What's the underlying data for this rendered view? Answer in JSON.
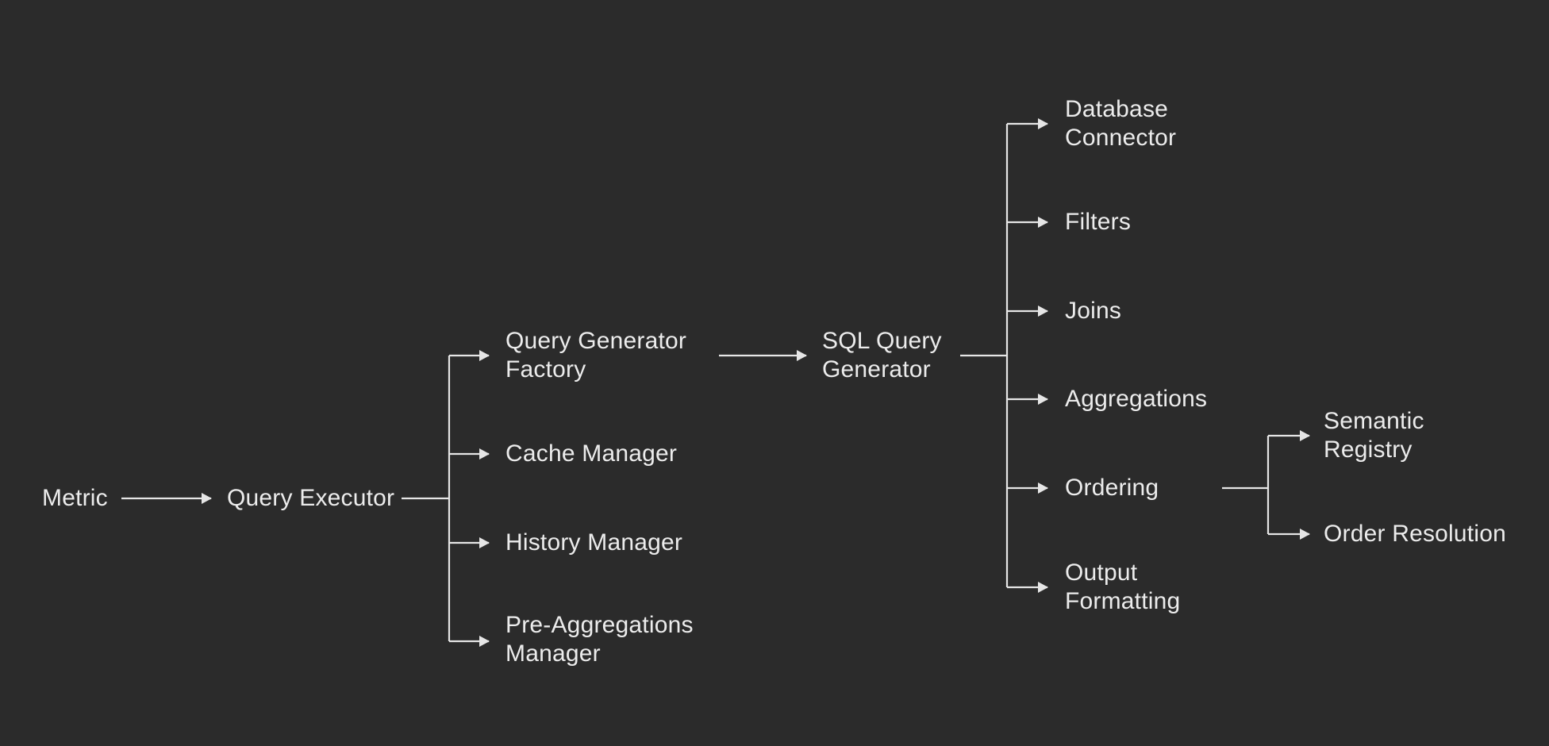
{
  "diagram": {
    "type": "flowchart-tree",
    "direction": "left-to-right",
    "colors": {
      "background": "#2b2b2b",
      "text": "#ececec",
      "line": "#e6e6e6"
    },
    "nodes": {
      "metric": {
        "label": "Metric",
        "lines": [
          "Metric"
        ]
      },
      "query_executor": {
        "label": "Query Executor",
        "lines": [
          "Query Executor"
        ]
      },
      "query_generator_factory": {
        "label": "Query Generator Factory",
        "lines": [
          "Query Generator",
          "Factory"
        ]
      },
      "cache_manager": {
        "label": "Cache Manager",
        "lines": [
          "Cache Manager"
        ]
      },
      "history_manager": {
        "label": "History Manager",
        "lines": [
          "History Manager"
        ]
      },
      "pre_aggregations_manager": {
        "label": "Pre-Aggregations Manager",
        "lines": [
          "Pre-Aggregations",
          "Manager"
        ]
      },
      "sql_query_generator": {
        "label": "SQL Query Generator",
        "lines": [
          "SQL Query",
          "Generator"
        ]
      },
      "database_connector": {
        "label": "Database Connector",
        "lines": [
          "Database",
          "Connector"
        ]
      },
      "filters": {
        "label": "Filters",
        "lines": [
          "Filters"
        ]
      },
      "joins": {
        "label": "Joins",
        "lines": [
          "Joins"
        ]
      },
      "aggregations": {
        "label": "Aggregations",
        "lines": [
          "Aggregations"
        ]
      },
      "ordering": {
        "label": "Ordering",
        "lines": [
          "Ordering"
        ]
      },
      "output_formatting": {
        "label": "Output Formatting",
        "lines": [
          "Output",
          "Formatting"
        ]
      },
      "semantic_registry": {
        "label": "Semantic Registry",
        "lines": [
          "Semantic",
          "Registry"
        ]
      },
      "order_resolution": {
        "label": "Order Resolution",
        "lines": [
          "Order Resolution"
        ]
      }
    },
    "edges": [
      {
        "from": "Metric",
        "to": "Query Executor"
      },
      {
        "from": "Query Executor",
        "to": "Query Generator Factory"
      },
      {
        "from": "Query Executor",
        "to": "Cache Manager"
      },
      {
        "from": "Query Executor",
        "to": "History Manager"
      },
      {
        "from": "Query Executor",
        "to": "Pre-Aggregations Manager"
      },
      {
        "from": "Query Generator Factory",
        "to": "SQL Query Generator"
      },
      {
        "from": "SQL Query Generator",
        "to": "Database Connector"
      },
      {
        "from": "SQL Query Generator",
        "to": "Filters"
      },
      {
        "from": "SQL Query Generator",
        "to": "Joins"
      },
      {
        "from": "SQL Query Generator",
        "to": "Aggregations"
      },
      {
        "from": "SQL Query Generator",
        "to": "Ordering"
      },
      {
        "from": "SQL Query Generator",
        "to": "Output Formatting"
      },
      {
        "from": "Ordering",
        "to": "Semantic Registry"
      },
      {
        "from": "Ordering",
        "to": "Order Resolution"
      }
    ]
  }
}
